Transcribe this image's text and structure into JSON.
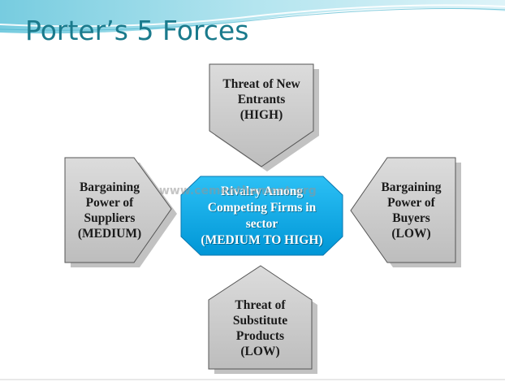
{
  "slide": {
    "title": "Porter’s 5 Forces"
  },
  "forces": {
    "top": "Threat of New\nEntrants\n(HIGH)",
    "left": "Bargaining\nPower of\nSuppliers\n(MEDIUM)",
    "center": "Rivalry Among\nCompeting Firms in\nsector\n(MEDIUM TO HIGH)",
    "right": "Bargaining\nPower of\nBuyers\n(LOW)",
    "bottom": "Threat of\nSubstitute\nProducts\n(LOW)"
  },
  "watermark": "www.cementhament.org",
  "colors": {
    "title": "#1a7a8c",
    "force_fill": "#c8c8c8",
    "center_fill": "#00a9e8",
    "header_wave": "#7ed0e2"
  }
}
